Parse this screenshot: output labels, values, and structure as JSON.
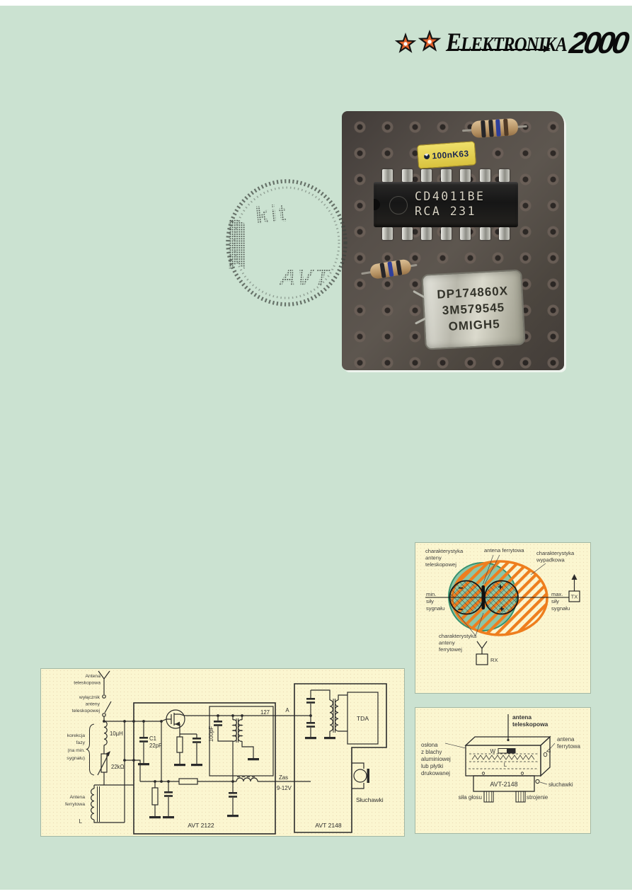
{
  "colors": {
    "page_bg": "#cbe2d1",
    "panel_bg": "#fbf6d0",
    "diagram_orange": "#ee7e1e",
    "diagram_green": "#8cc6a6",
    "star_accent": "#e2622b"
  },
  "logo": {
    "brand": "ELEKTRONIKA",
    "year": "2000"
  },
  "watermark": {
    "word_top": "kit",
    "word_bottom": "AVT"
  },
  "pcb_photo": {
    "capacitor": "100nK63",
    "ic": [
      "CD4011BE",
      "RCA 231"
    ],
    "crystal": [
      "DP174860X",
      "3M579545",
      "OMIGH5"
    ]
  },
  "radiation_diagram": {
    "telescopic": [
      "charakterystyka",
      "anteny",
      "teleskopowej"
    ],
    "ferrite_antenna": "antena ferrytowa",
    "resultant": [
      "charakterystyka",
      "wypadkowa"
    ],
    "min": [
      "min.",
      "siły",
      "sygnału"
    ],
    "max": [
      "max.",
      "siły",
      "sygnału"
    ],
    "ferrite_char": [
      "charakterystyka",
      "anteny",
      "ferrytowej"
    ],
    "tx": "TX",
    "rx": "RX",
    "plus": "+",
    "minus": "−"
  },
  "schematic": {
    "antena_teleskopowa": [
      "Antena",
      "teleskopowa"
    ],
    "wylacznik": [
      "wyłącznik",
      "anteny",
      "teleskopowej"
    ],
    "korekcja": [
      "korekcja",
      "fazy",
      "(na min.",
      "sygnału)"
    ],
    "l10": "10µH",
    "r22": "22kΩ",
    "antena_ferrytowa": [
      "Antena",
      "ferrytowa"
    ],
    "coil_l": "L",
    "c1": [
      "C1",
      "22pF"
    ],
    "box127": "127",
    "c100": "100pF",
    "node_a": "A",
    "zas": [
      "Zas",
      "9-12V"
    ],
    "kit_left": "AVT 2122",
    "kit_right": "AVT 2148",
    "tda": "TDA",
    "sluchawki": "Słuchawki"
  },
  "device_diagram": {
    "antena_teleskopowa": [
      "antena",
      "teleskopowa"
    ],
    "antena_ferrytowa": [
      "antena",
      "ferrytowa"
    ],
    "oslona": [
      "osłona",
      "z blachy",
      "aluminiowej",
      "lub płytki",
      "drukowanej"
    ],
    "w": "W",
    "l": "L",
    "model": "AVT-2148",
    "sluchawki": "słuchawki",
    "sila_glosu": "siła głosu",
    "strojenie": "strojenie"
  }
}
